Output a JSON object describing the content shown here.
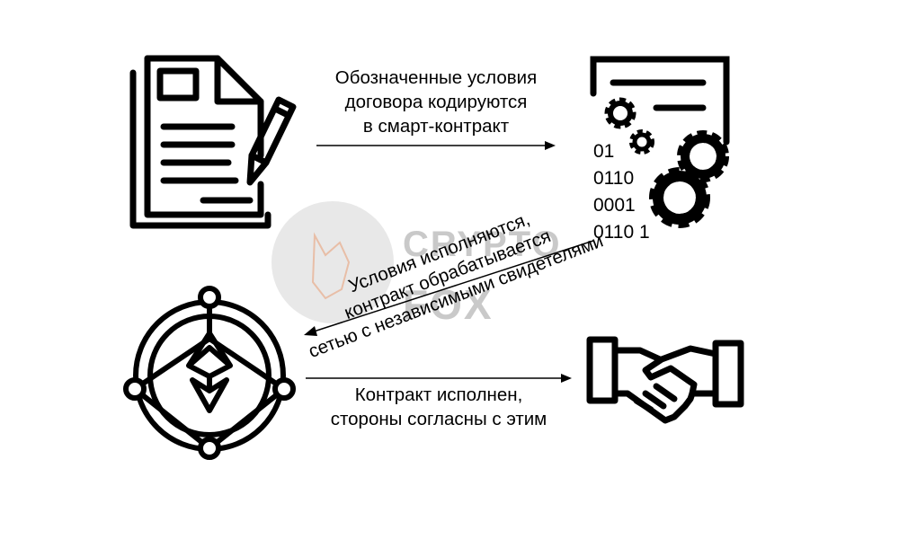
{
  "steps": {
    "encode": {
      "lines": [
        "Обозначенные условия",
        "договора кодируются",
        "в смарт-контракт"
      ],
      "from_icon": "contract-pen-icon",
      "to_icon": "code-gears-icon"
    },
    "execute": {
      "lines": [
        "Условия исполняются,",
        "контракт обрабатывается",
        "сетью с независимыми свидетелями"
      ],
      "from_icon": "code-gears-icon",
      "to_icon": "ethereum-network-icon"
    },
    "complete": {
      "lines": [
        "Контракт исполнен,",
        "стороны согласны с этим"
      ],
      "from_icon": "ethereum-network-icon",
      "to_icon": "handshake-icon"
    }
  },
  "code_lines": [
    "01",
    "0110",
    "0001",
    "0110 1"
  ],
  "watermark": {
    "line1": "CRYPTO",
    "line2": "FOX"
  },
  "colors": {
    "ink": "#000000",
    "watermark": "#c9c9c9",
    "watermark_circle": "#d6d6d6",
    "fox": "#e8b9a0"
  }
}
